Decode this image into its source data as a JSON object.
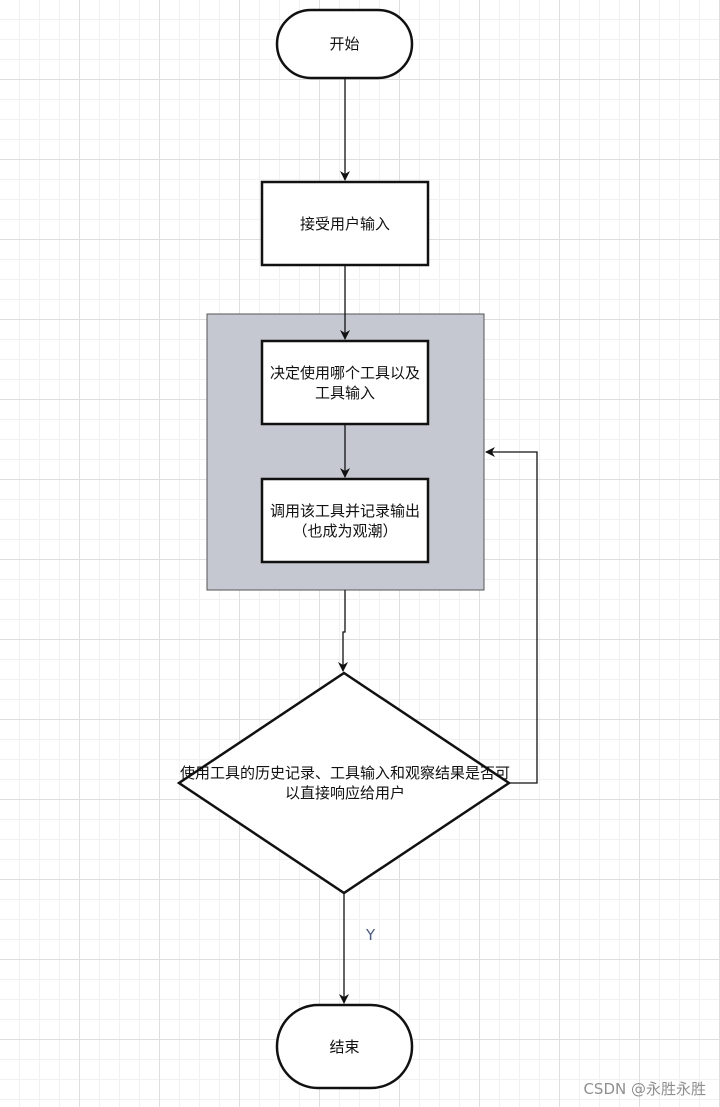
{
  "nodes": {
    "start": "开始",
    "receive": "接受用户输入",
    "decide": "决定使用哪个工具以及工具输入",
    "call": "调用该工具并记录输出（也成为观潮）",
    "check": "使用工具的历史记录、工具输入和观察结果是否可以直接响应给用户",
    "end": "结束"
  },
  "edge_labels": {
    "yes": "Y"
  },
  "watermark": "CSDN @永胜永胜",
  "colors": {
    "loop_container": "#c5c8d0",
    "stroke": "#111111"
  }
}
